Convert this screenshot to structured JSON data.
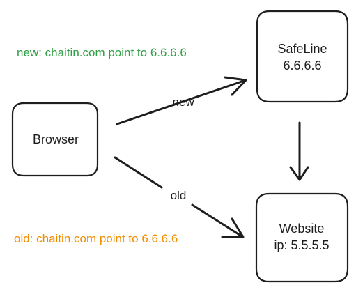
{
  "nodes": {
    "browser": {
      "label": "Browser"
    },
    "safeline": {
      "line1": "SafeLine",
      "line2": "6.6.6.6"
    },
    "website": {
      "line1": "Website",
      "line2": "ip: 5.5.5.5"
    }
  },
  "edges": {
    "new_label": "new",
    "old_label": "old"
  },
  "notes": {
    "new": {
      "text": "new: chaitin.com point to 6.6.6.6",
      "color": "#2f9e44"
    },
    "old": {
      "text": "old: chaitin.com point to 6.6.6.6",
      "color": "#f08c00"
    }
  },
  "colors": {
    "stroke": "#1e1e1e",
    "background": "#ffffff"
  }
}
